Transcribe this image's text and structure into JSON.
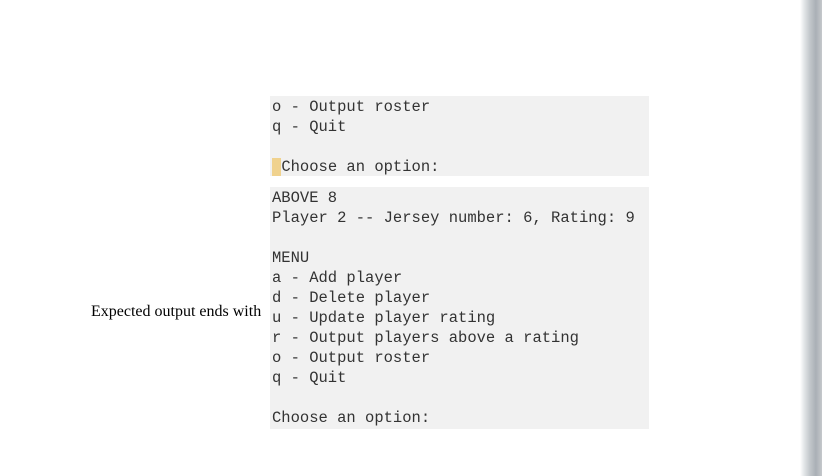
{
  "colors": {
    "box_background": "#f1f1f1",
    "mono_text": "#333333",
    "whitespace_highlight": "#f0d28e",
    "label_text": "#000000"
  },
  "top_output_box": {
    "highlighted_space": " ",
    "lines": [
      "o - Output roster",
      "q - Quit",
      "",
      "Choose an option:"
    ]
  },
  "expected_output_box": {
    "label": "Expected output ends with",
    "lines": [
      "ABOVE 8",
      "Player 2 -- Jersey number: 6, Rating: 9",
      "",
      "MENU",
      "a - Add player",
      "d - Delete player",
      "u - Update player rating",
      "r - Output players above a rating",
      "o - Output roster",
      "q - Quit",
      "",
      "Choose an option:"
    ]
  }
}
